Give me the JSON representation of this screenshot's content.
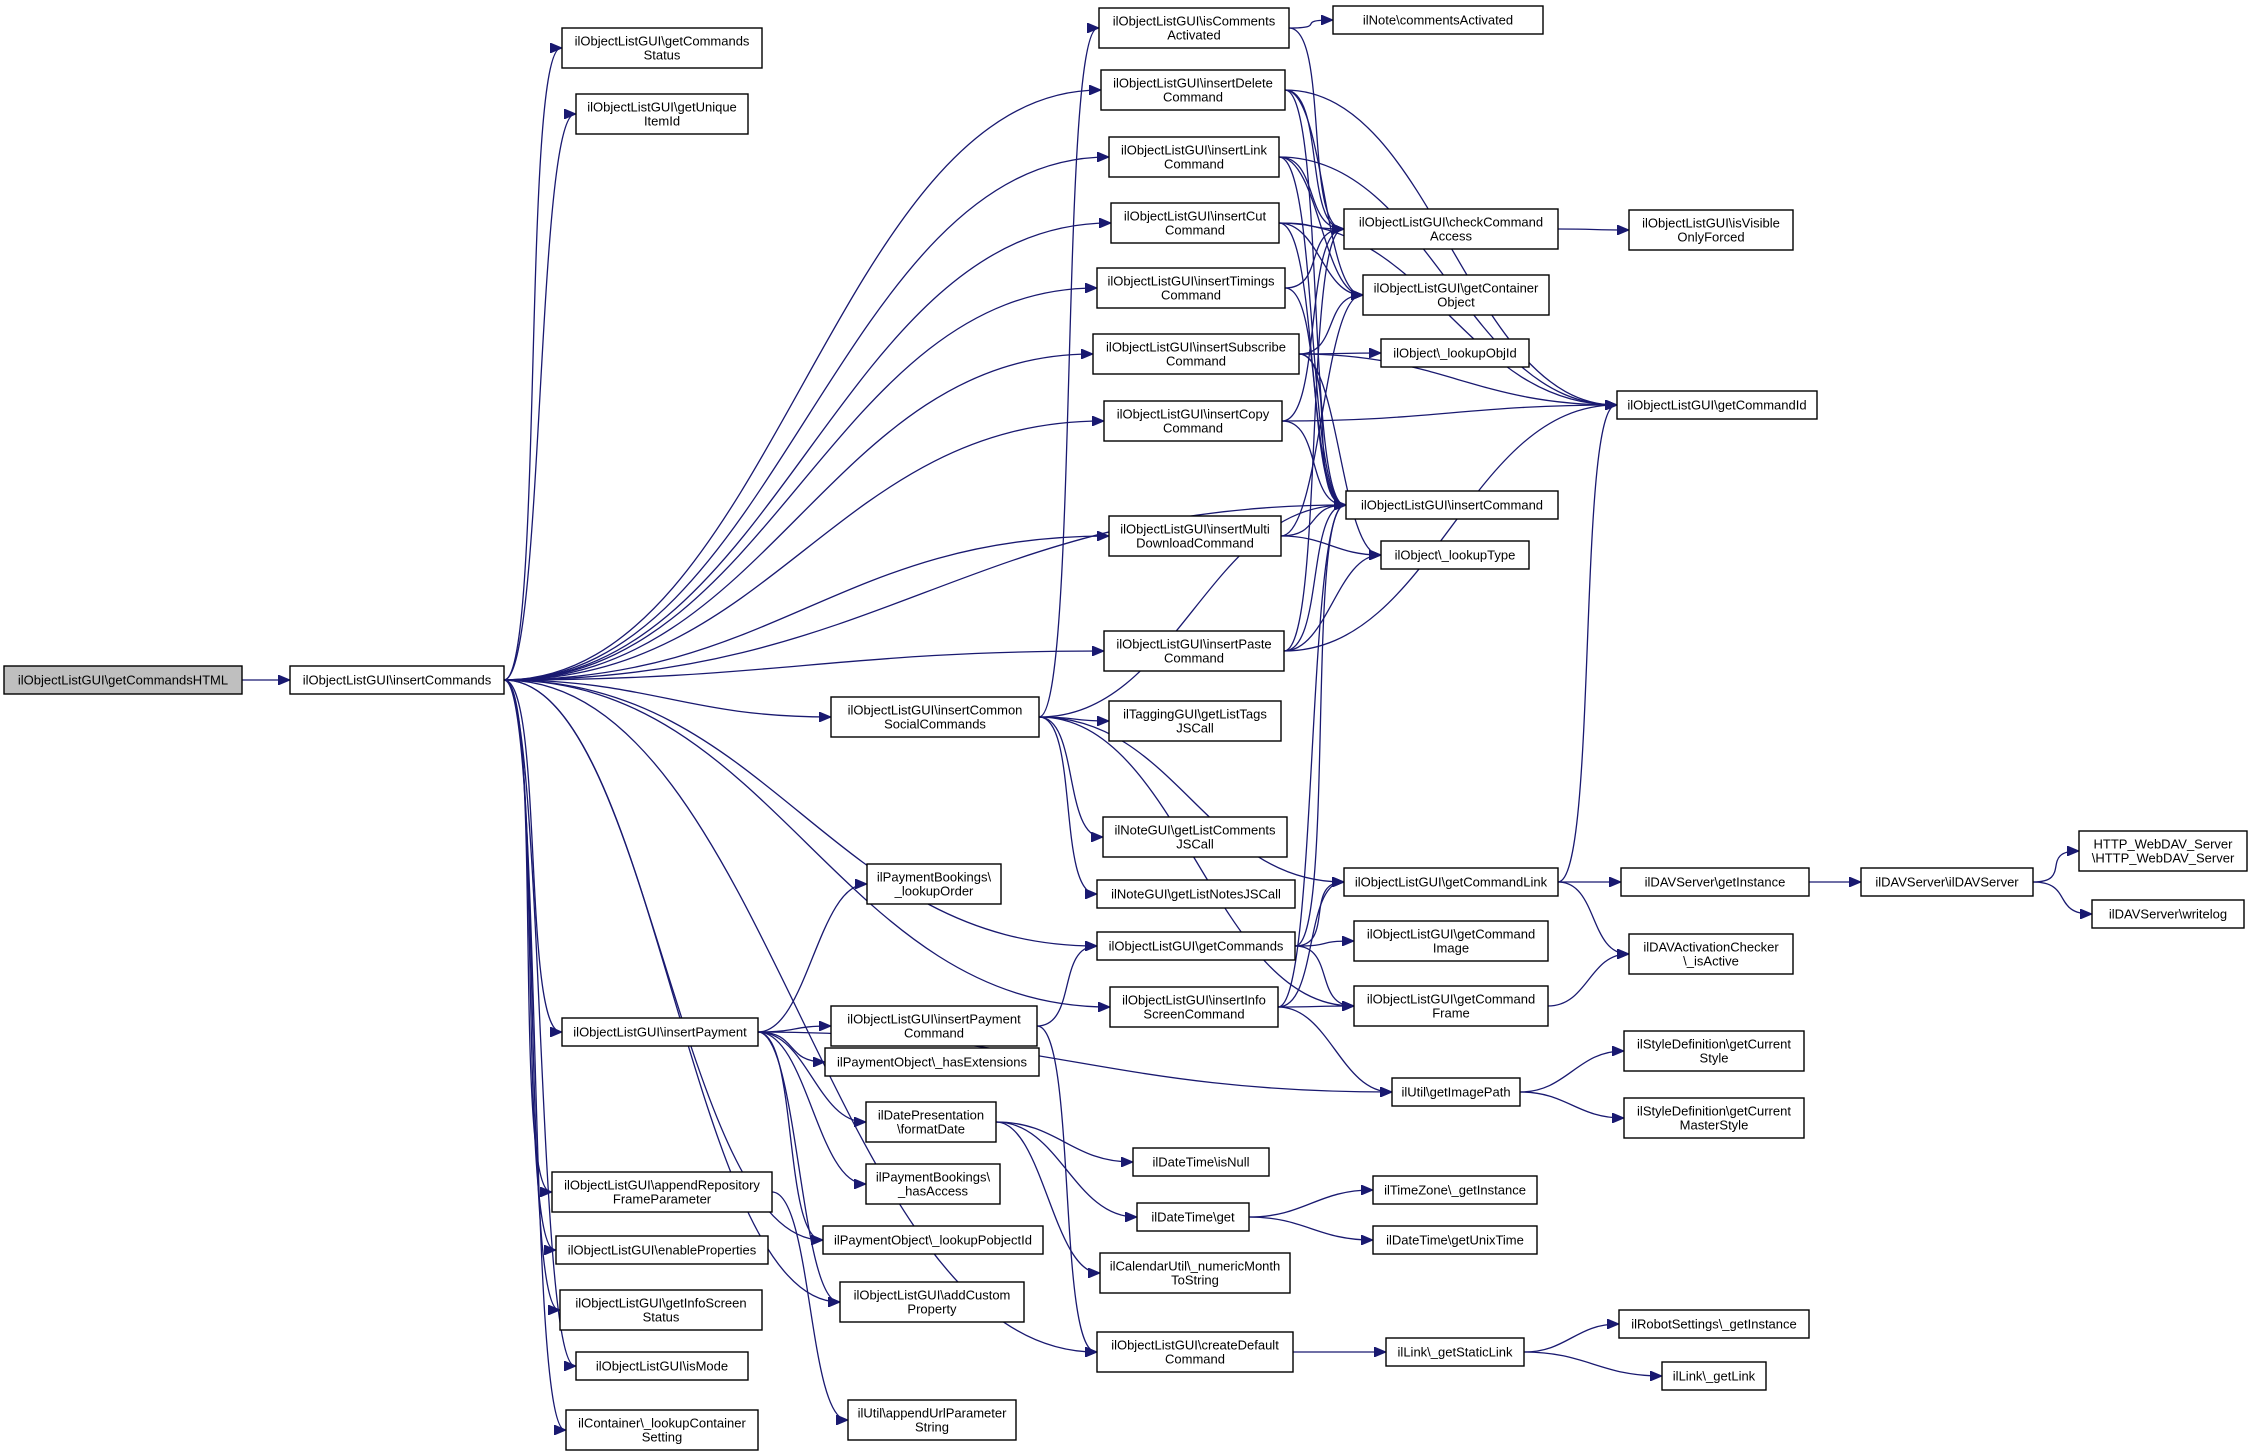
{
  "diagram": {
    "colors": {
      "edge": "#191970",
      "root_fill": "#bfbfbf",
      "node_fill": "#ffffff",
      "border": "#000000"
    },
    "nodes": [
      {
        "id": "getCommandsHTML",
        "lines": [
          "ilObjectListGUI\\getCommandsHTML"
        ],
        "root": true
      },
      {
        "id": "insertCommands",
        "lines": [
          "ilObjectListGUI\\insertCommands"
        ]
      },
      {
        "id": "getCommandsStatus",
        "lines": [
          "ilObjectListGUI\\getCommands",
          "Status"
        ]
      },
      {
        "id": "getUniqueItemId",
        "lines": [
          "ilObjectListGUI\\getUnique",
          "ItemId"
        ]
      },
      {
        "id": "isCommentsActivated",
        "lines": [
          "ilObjectListGUI\\isComments",
          "Activated"
        ]
      },
      {
        "id": "commentsActivated",
        "lines": [
          "ilNote\\commentsActivated"
        ]
      },
      {
        "id": "insertDeleteCommand",
        "lines": [
          "ilObjectListGUI\\insertDelete",
          "Command"
        ]
      },
      {
        "id": "insertLinkCommand",
        "lines": [
          "ilObjectListGUI\\insertLink",
          "Command"
        ]
      },
      {
        "id": "insertCutCommand",
        "lines": [
          "ilObjectListGUI\\insertCut",
          "Command"
        ]
      },
      {
        "id": "checkCommandAccess",
        "lines": [
          "ilObjectListGUI\\checkCommand",
          "Access"
        ]
      },
      {
        "id": "isVisibleOnlyForced",
        "lines": [
          "ilObjectListGUI\\isVisible",
          "OnlyForced"
        ]
      },
      {
        "id": "insertTimingsCommand",
        "lines": [
          "ilObjectListGUI\\insertTimings",
          "Command"
        ]
      },
      {
        "id": "getContainerObject",
        "lines": [
          "ilObjectListGUI\\getContainer",
          "Object"
        ]
      },
      {
        "id": "insertSubscribeCommand",
        "lines": [
          "ilObjectListGUI\\insertSubscribe",
          "Command"
        ]
      },
      {
        "id": "lookupObjId",
        "lines": [
          "ilObject\\_lookupObjId"
        ]
      },
      {
        "id": "getCommandId",
        "lines": [
          "ilObjectListGUI\\getCommandId"
        ]
      },
      {
        "id": "insertCopyCommand",
        "lines": [
          "ilObjectListGUI\\insertCopy",
          "Command"
        ]
      },
      {
        "id": "insertCommand",
        "lines": [
          "ilObjectListGUI\\insertCommand"
        ]
      },
      {
        "id": "insertMultiDownloadCommand",
        "lines": [
          "ilObjectListGUI\\insertMulti",
          "DownloadCommand"
        ]
      },
      {
        "id": "lookupType",
        "lines": [
          "ilObject\\_lookupType"
        ]
      },
      {
        "id": "insertPasteCommand",
        "lines": [
          "ilObjectListGUI\\insertPaste",
          "Command"
        ]
      },
      {
        "id": "insertCommonSocialCommands",
        "lines": [
          "ilObjectListGUI\\insertCommon",
          "SocialCommands"
        ]
      },
      {
        "id": "getListTagsJSCall",
        "lines": [
          "ilTaggingGUI\\getListTags",
          "JSCall"
        ]
      },
      {
        "id": "getListCommentsJSCall",
        "lines": [
          "ilNoteGUI\\getListComments",
          "JSCall"
        ]
      },
      {
        "id": "getListNotesJSCall",
        "lines": [
          "ilNoteGUI\\getListNotesJSCall"
        ]
      },
      {
        "id": "getCommandLink",
        "lines": [
          "ilObjectListGUI\\getCommandLink"
        ]
      },
      {
        "id": "davGetInstance",
        "lines": [
          "ilDAVServer\\getInstance"
        ]
      },
      {
        "id": "ilDAVServer",
        "lines": [
          "ilDAVServer\\ilDAVServer"
        ]
      },
      {
        "id": "httpWebDAVServer",
        "lines": [
          "HTTP_WebDAV_Server",
          "\\HTTP_WebDAV_Server"
        ]
      },
      {
        "id": "writelog",
        "lines": [
          "ilDAVServer\\writelog"
        ]
      },
      {
        "id": "lookupOrder",
        "lines": [
          "ilPaymentBookings\\",
          "_lookupOrder"
        ]
      },
      {
        "id": "getCommands",
        "lines": [
          "ilObjectListGUI\\getCommands"
        ]
      },
      {
        "id": "getCommandImage",
        "lines": [
          "ilObjectListGUI\\getCommand",
          "Image"
        ]
      },
      {
        "id": "davIsActive",
        "lines": [
          "ilDAVActivationChecker",
          "\\_isActive"
        ]
      },
      {
        "id": "insertPaymentCommand",
        "lines": [
          "ilObjectListGUI\\insertPayment",
          "Command"
        ]
      },
      {
        "id": "insertInfoScreenCommand",
        "lines": [
          "ilObjectListGUI\\insertInfo",
          "ScreenCommand"
        ]
      },
      {
        "id": "getCommandFrame",
        "lines": [
          "ilObjectListGUI\\getCommand",
          "Frame"
        ]
      },
      {
        "id": "insertPayment",
        "lines": [
          "ilObjectListGUI\\insertPayment"
        ]
      },
      {
        "id": "hasExtensions",
        "lines": [
          "ilPaymentObject\\_hasExtensions"
        ]
      },
      {
        "id": "getCurrentStyle",
        "lines": [
          "ilStyleDefinition\\getCurrent",
          "Style"
        ]
      },
      {
        "id": "formatDate",
        "lines": [
          "ilDatePresentation",
          "\\formatDate"
        ]
      },
      {
        "id": "getImagePath",
        "lines": [
          "ilUtil\\getImagePath"
        ]
      },
      {
        "id": "getCurrentMasterStyle",
        "lines": [
          "ilStyleDefinition\\getCurrent",
          "MasterStyle"
        ]
      },
      {
        "id": "isNull",
        "lines": [
          "ilDateTime\\isNull"
        ]
      },
      {
        "id": "appendRepositoryFrameParameter",
        "lines": [
          "ilObjectListGUI\\appendRepository",
          "FrameParameter"
        ]
      },
      {
        "id": "hasAccess",
        "lines": [
          "ilPaymentBookings\\",
          "_hasAccess"
        ]
      },
      {
        "id": "tzGetInstance",
        "lines": [
          "ilTimeZone\\_getInstance"
        ]
      },
      {
        "id": "dateTimeGet",
        "lines": [
          "ilDateTime\\get"
        ]
      },
      {
        "id": "enableProperties",
        "lines": [
          "ilObjectListGUI\\enableProperties"
        ]
      },
      {
        "id": "lookupPobjectId",
        "lines": [
          "ilPaymentObject\\_lookupPobjectId"
        ]
      },
      {
        "id": "getUnixTime",
        "lines": [
          "ilDateTime\\getUnixTime"
        ]
      },
      {
        "id": "numericMonthToString",
        "lines": [
          "ilCalendarUtil\\_numericMonth",
          "ToString"
        ]
      },
      {
        "id": "getInfoScreenStatus",
        "lines": [
          "ilObjectListGUI\\getInfoScreen",
          "Status"
        ]
      },
      {
        "id": "addCustomProperty",
        "lines": [
          "ilObjectListGUI\\addCustom",
          "Property"
        ]
      },
      {
        "id": "robotGetInstance",
        "lines": [
          "ilRobotSettings\\_getInstance"
        ]
      },
      {
        "id": "createDefaultCommand",
        "lines": [
          "ilObjectListGUI\\createDefault",
          "Command"
        ]
      },
      {
        "id": "getStaticLink",
        "lines": [
          "ilLink\\_getStaticLink"
        ]
      },
      {
        "id": "isMode",
        "lines": [
          "ilObjectListGUI\\isMode"
        ]
      },
      {
        "id": "getLink",
        "lines": [
          "ilLink\\_getLink"
        ]
      },
      {
        "id": "lookupContainerSetting",
        "lines": [
          "ilContainer\\_lookupContainer",
          "Setting"
        ]
      },
      {
        "id": "appendUrlParameterString",
        "lines": [
          "ilUtil\\appendUrlParameter",
          "String"
        ]
      }
    ]
  }
}
